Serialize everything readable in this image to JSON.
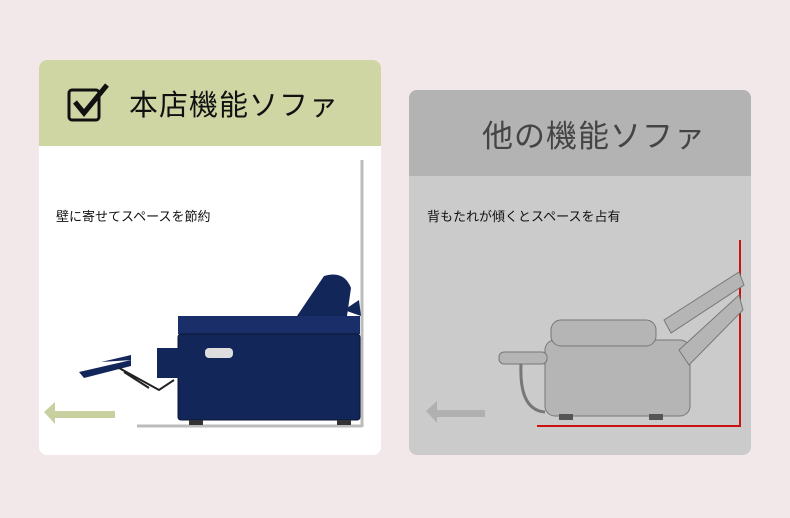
{
  "our": {
    "title": "本店機能ソファ",
    "caption": "壁に寄せてスペースを節約"
  },
  "other": {
    "title": "他の機能ソファ",
    "caption": "背もたれが傾くとスペースを占有"
  },
  "colors": {
    "our_header": "#cfd6a4",
    "other_header": "#b3b3b3",
    "sofa_navy": "#13265a",
    "wall_line_red": "#cc1111"
  }
}
